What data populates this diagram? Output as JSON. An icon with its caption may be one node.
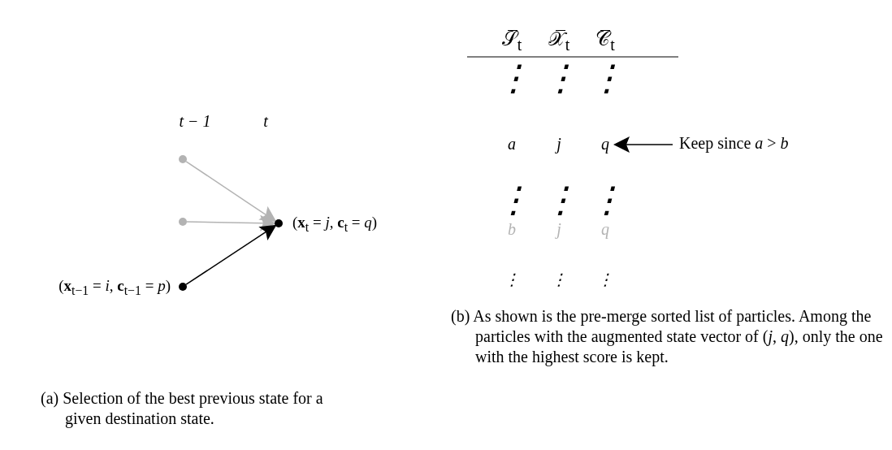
{
  "diagram": {
    "nodes": [
      {
        "text": [],
        "shape": "circle"
      },
      {
        "text": [],
        "shape": "circle"
      },
      {
        "text": [],
        "shape": "circle",
        "beside": [
          "(**x**$_{t}$ = *j*, **c**$_{t}$ = *q*)"
        ]
      },
      {
        "text": [],
        "shape": "circle",
        "beside": [
          "(**x**$_{t−1}$ = *i*, **c**$_{t−1}$ = *p*)"
        ]
      },
      {
        "text": [
          "Keep since *a* > *b*"
        ]
      },
      {
        "text": [
          "q"
        ]
      }
    ],
    "edges": [
      {
        "from": 0,
        "to": 2,
        "arrow": "to",
        "color": "#b3b3b3"
      },
      {
        "from": 1,
        "to": 2,
        "arrow": "to",
        "color": "#b3b3b3"
      },
      {
        "from": 3,
        "to": 2,
        "arrow": "to",
        "color": "#000000"
      },
      {
        "from": 4,
        "to": 5,
        "arrow": "to",
        "color": "#000000"
      }
    ],
    "labels": [
      "*t* − 1",
      "t",
      "𝒮̅$_{t}$",
      "𝒳̅$_{t}$",
      "𝒞̅$_{t}$",
      "⋮",
      "⋮",
      "⋮",
      "a",
      "j",
      "⋮",
      "⋮",
      "⋮",
      "b",
      "j",
      "q",
      "⋮",
      "⋮",
      "⋮",
      "(a) Selection of the best previous state for a given destination state.",
      "(b) As shown is the pre-merge sorted list of particles. Among the particles with the augmented state vector of (*j*, *q*), only the one with the highest score is kept."
    ]
  }
}
